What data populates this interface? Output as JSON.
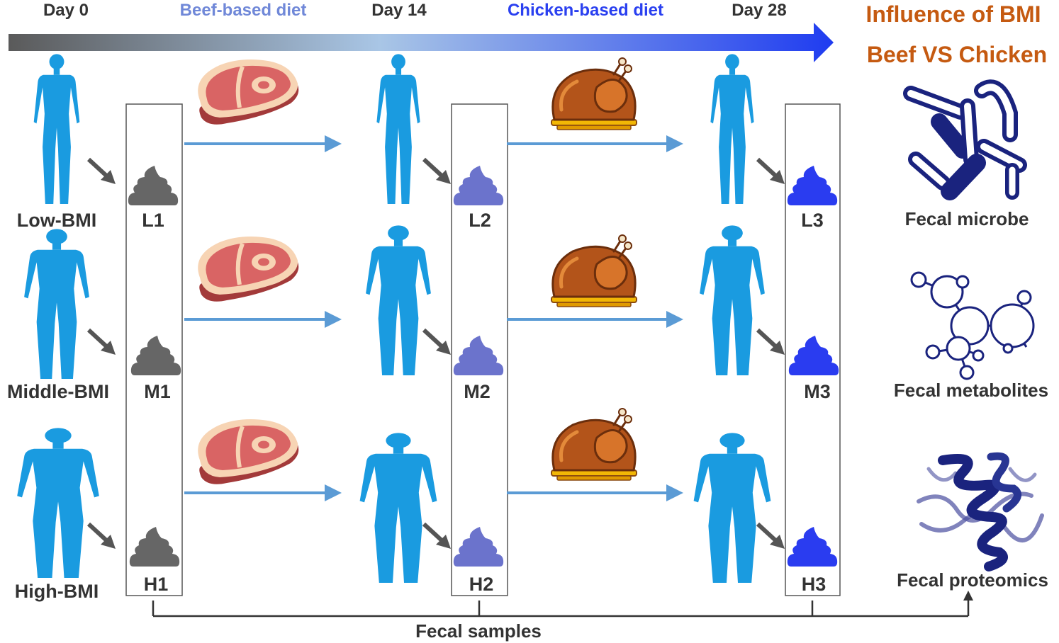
{
  "timeline": {
    "day0": "Day 0",
    "beef_diet": "Beef-based diet",
    "day14": "Day 14",
    "chicken_diet": "Chicken-based diet",
    "day28": "Day 28"
  },
  "influence": {
    "line1": "Influence of BMI",
    "line2": "Beef VS Chicken"
  },
  "groups": {
    "low": "Low-BMI",
    "middle": "Middle-BMI",
    "high": "High-BMI"
  },
  "samples": {
    "L1": "L1",
    "L2": "L2",
    "L3": "L3",
    "M1": "M1",
    "M2": "M2",
    "M3": "M3",
    "H1": "H1",
    "H2": "H2",
    "H3": "H3"
  },
  "outputs": {
    "microbe": "Fecal microbe",
    "metabolites": "Fecal metabolites",
    "proteomics": "Fecal proteomics"
  },
  "footer": "Fecal samples",
  "colors": {
    "person": "#1a9be0",
    "arrow_light": "#5b9bd5",
    "arrow_dark": "#555555",
    "poop_day0": "#666666",
    "poop_day14": "#6b73cc",
    "poop_day28": "#2a3cf0",
    "beef_text": "#7088d8",
    "chicken_text": "#2a40f0",
    "influence_text": "#c55a11",
    "navy": "#1a237e"
  }
}
